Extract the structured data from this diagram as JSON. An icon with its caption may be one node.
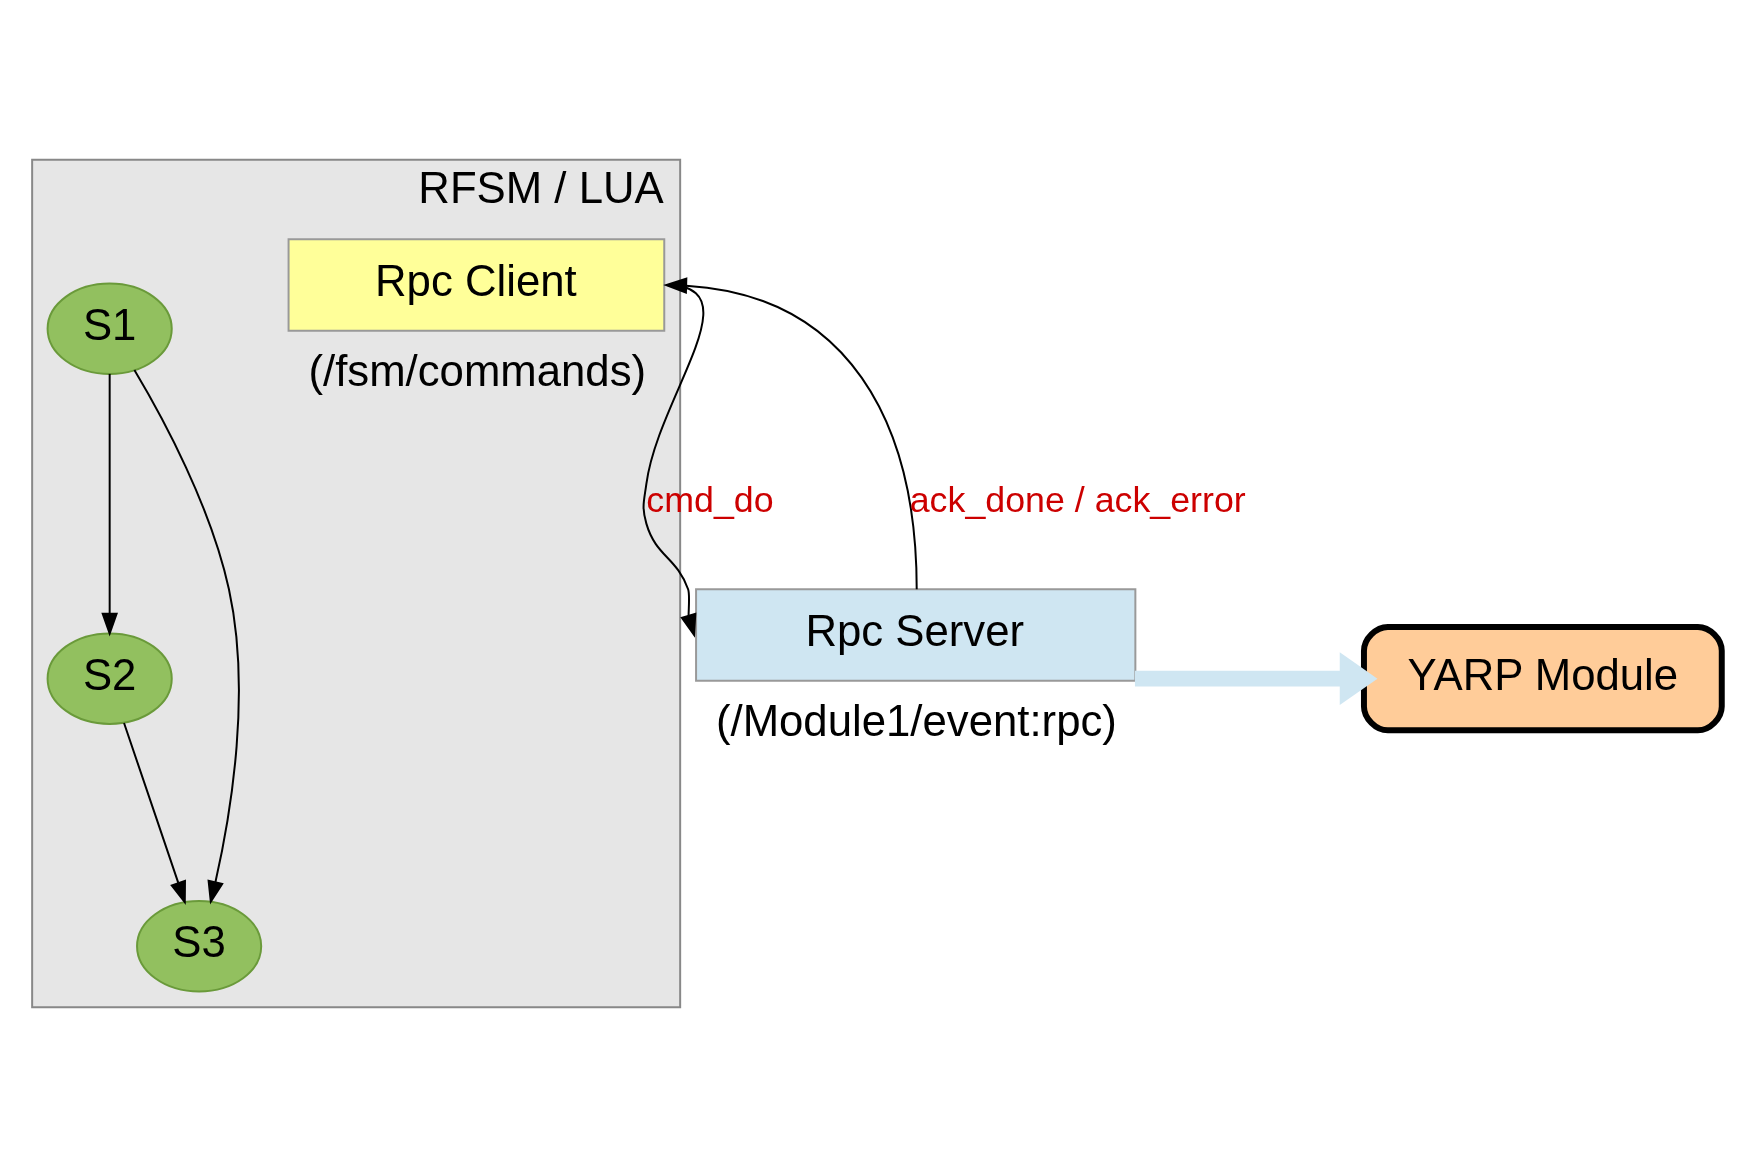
{
  "diagram": {
    "nodes": [
      {
        "text": [
          "RFSM / LUA"
        ]
      },
      {
        "text": [
          "S1"
        ],
        "in": 0
      },
      {
        "text": [
          "S2"
        ],
        "in": 0
      },
      {
        "text": [
          "S3"
        ],
        "in": 0
      },
      {
        "text": [
          "Rpc Client"
        ],
        "in": 0,
        "beside": [
          "(/fsm/commands)"
        ]
      },
      {
        "text": [
          "Rpc Server"
        ],
        "beside": [
          "(/Module1/event:rpc)"
        ]
      },
      {
        "text": [
          "YARP Module"
        ]
      }
    ],
    "edges": [
      {
        "from": 1,
        "to": 3,
        "arrow": "to"
      },
      {
        "from": 1,
        "to": 2,
        "arrow": "to"
      },
      {
        "from": 2,
        "to": 3,
        "arrow": "to"
      },
      {
        "from": 4,
        "to": 5,
        "arrow": "to",
        "label": "cmd_do"
      },
      {
        "from": 5,
        "to": 4,
        "arrow": "to",
        "label": "ack_done / ack_error"
      },
      {
        "from": 5,
        "to": 6,
        "arrow": "to",
        "style": "thick",
        "color": "#cfe6f2"
      }
    ]
  }
}
